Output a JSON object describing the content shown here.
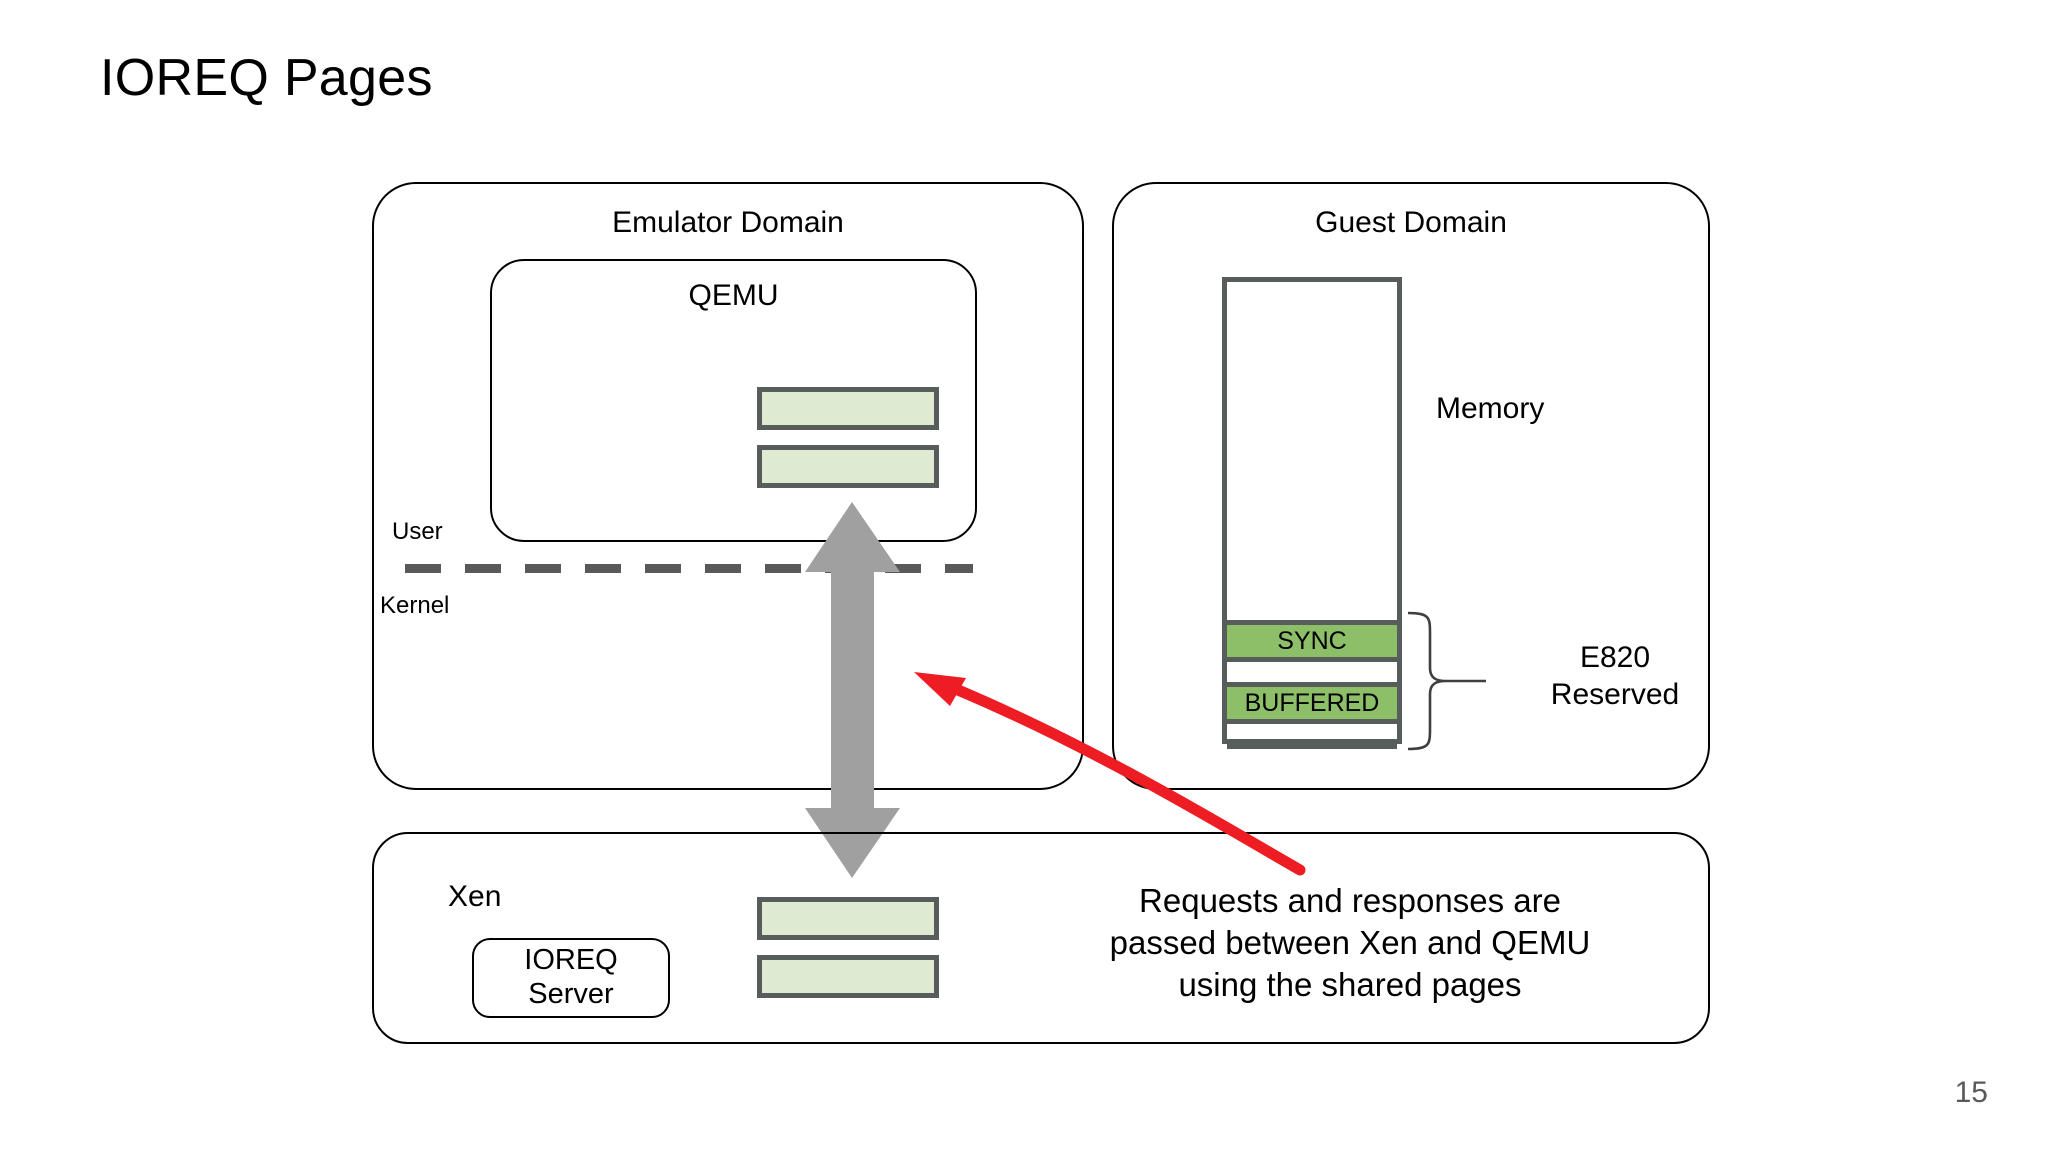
{
  "slide": {
    "title": "IOREQ Pages",
    "page_number": "15"
  },
  "emulator_domain": {
    "label": "Emulator Domain",
    "qemu": {
      "label": "QEMU",
      "pages": [
        {
          "name": "shared-page-sync",
          "label": ""
        },
        {
          "name": "shared-page-buffered",
          "label": ""
        }
      ]
    },
    "privilege_split": {
      "user_label": "User",
      "kernel_label": "Kernel"
    }
  },
  "guest_domain": {
    "label": "Guest Domain",
    "memory_label": "Memory",
    "memory_blocks": [
      {
        "label": "SYNC",
        "color": "#8cbf68"
      },
      {
        "label": "BUFFERED",
        "color": "#8cbf68"
      }
    ],
    "e820": {
      "line1": "E820",
      "line2": "Reserved"
    }
  },
  "xen_domain": {
    "label": "Xen",
    "ioreq_server": {
      "line1": "IOREQ",
      "line2": "Server"
    },
    "pages": [
      {
        "name": "shared-page-sync",
        "label": ""
      },
      {
        "name": "shared-page-buffered",
        "label": ""
      }
    ]
  },
  "callout": {
    "line1": "Requests and responses are",
    "line2": "passed between Xen and QEMU",
    "line3": "using the shared pages",
    "arrow_color": "#ee1c23"
  },
  "arrows": {
    "sync_arrow_color": "#a0a0a0",
    "sync_arrow_direction": "double-vertical"
  },
  "colors": {
    "shared_page_fill": "#dfead3",
    "shared_page_border": "#575d5b",
    "memory_block_fill": "#8cbf68",
    "outline": "#000000",
    "page_number": "#595959"
  }
}
